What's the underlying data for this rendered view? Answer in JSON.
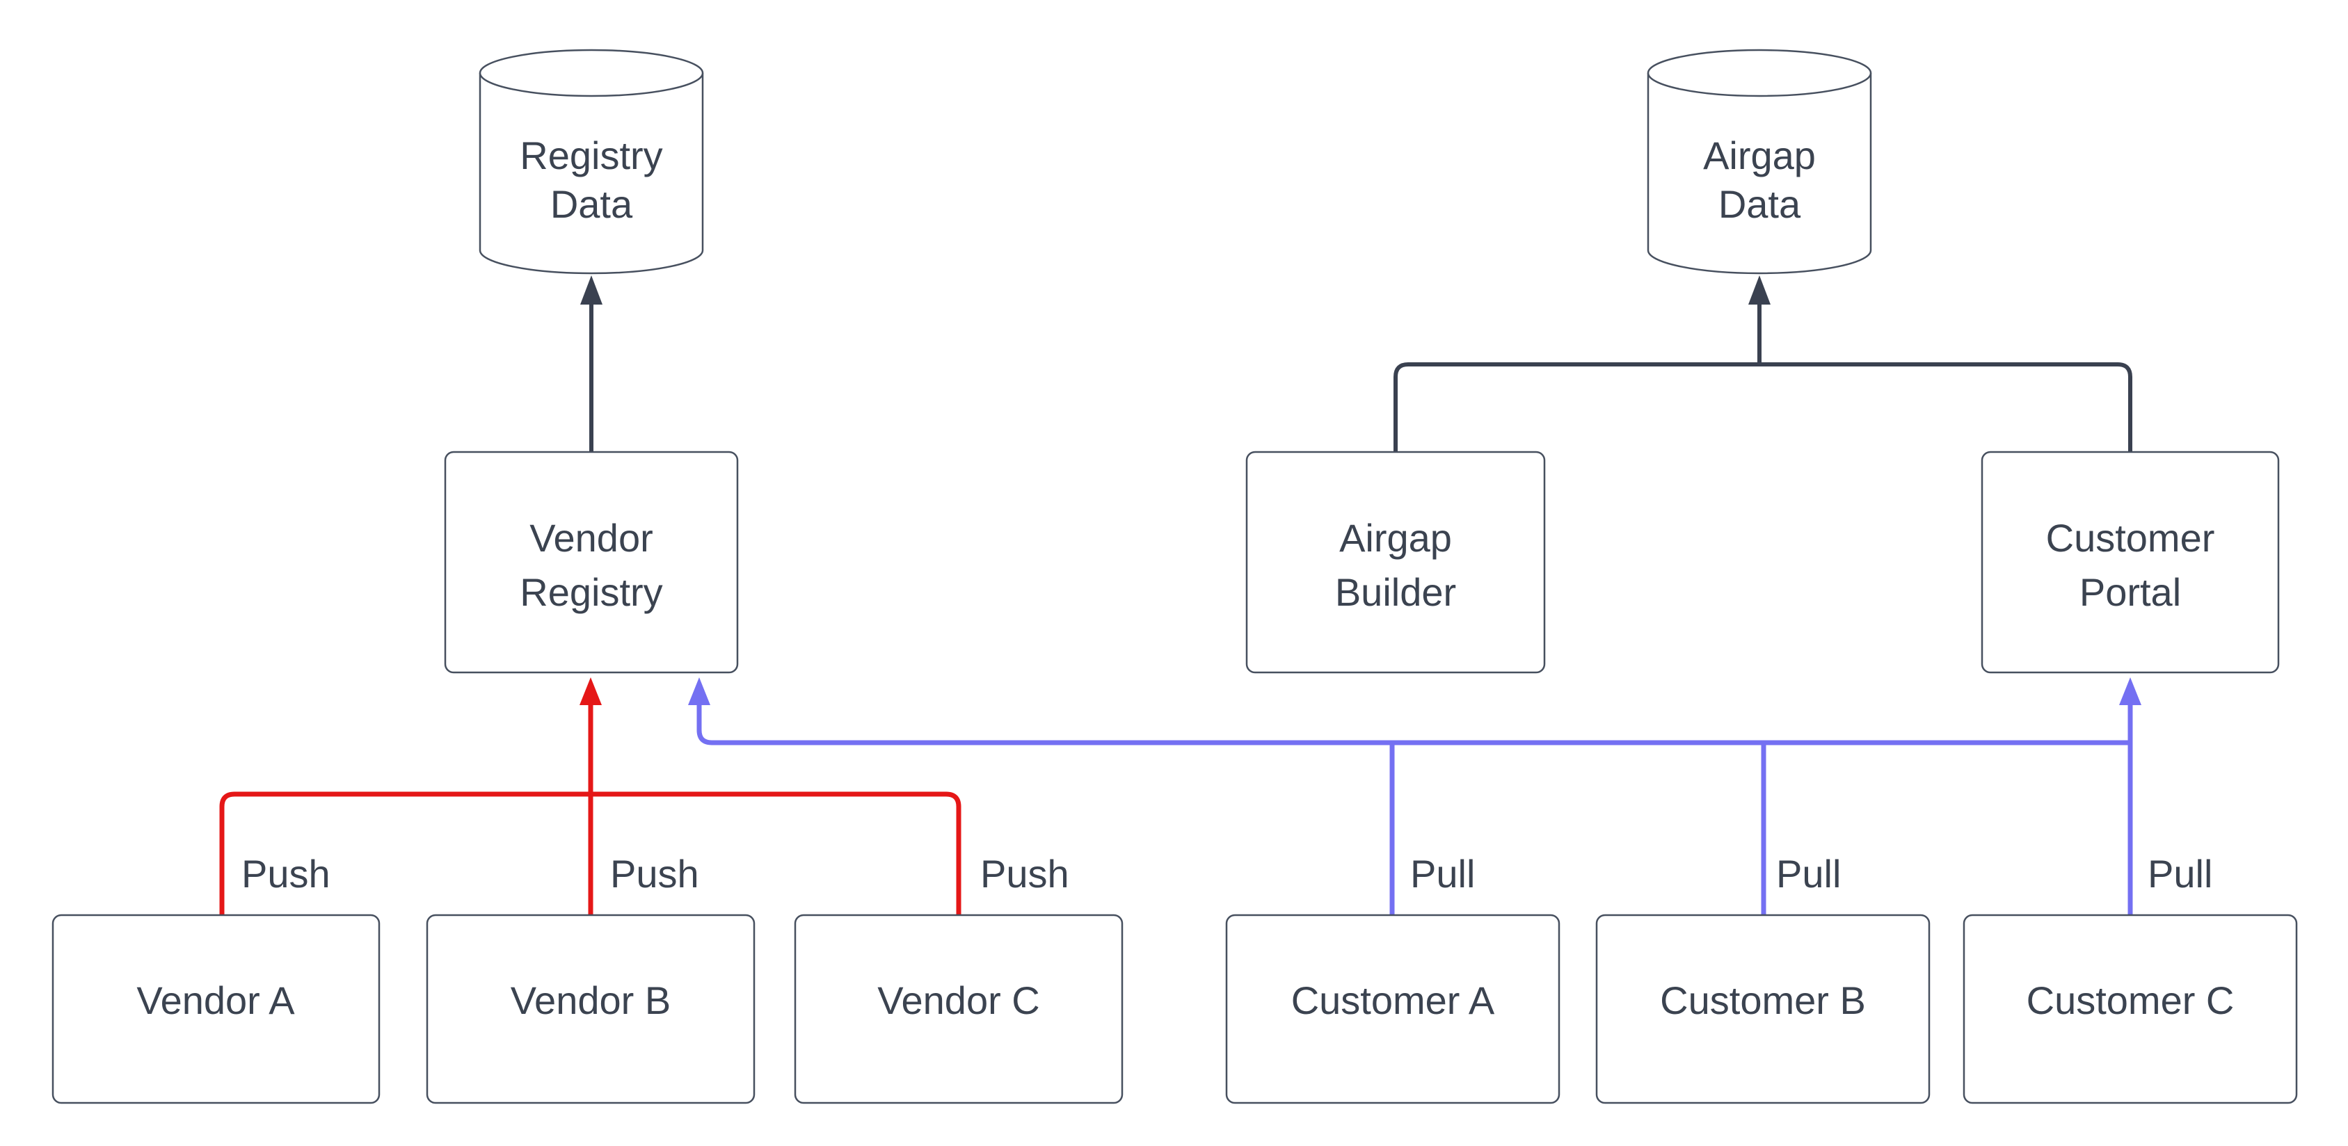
{
  "diagram": {
    "background": "#ffffff",
    "colors": {
      "node_fill": "#ffffff",
      "node_border": "#47505f",
      "text": "#3b4350",
      "edge_dark": "#3a4150",
      "edge_push": "#e51717",
      "edge_pull": "#7470f2"
    },
    "nodes": {
      "registry_data": {
        "shape": "cylinder",
        "label": "Registry Data",
        "line1": "Registry",
        "line2": "Data"
      },
      "airgap_data": {
        "shape": "cylinder",
        "label": "Airgap Data",
        "line1": "Airgap",
        "line2": "Data"
      },
      "vendor_registry": {
        "shape": "rect",
        "label": "Vendor Registry",
        "line1": "Vendor",
        "line2": "Registry"
      },
      "airgap_builder": {
        "shape": "rect",
        "label": "Airgap Builder",
        "line1": "Airgap",
        "line2": "Builder"
      },
      "customer_portal": {
        "shape": "rect",
        "label": "Customer Portal",
        "line1": "Customer",
        "line2": "Portal"
      },
      "vendor_a": {
        "shape": "rect",
        "label": "Vendor A"
      },
      "vendor_b": {
        "shape": "rect",
        "label": "Vendor B"
      },
      "vendor_c": {
        "shape": "rect",
        "label": "Vendor C"
      },
      "customer_a": {
        "shape": "rect",
        "label": "Customer A"
      },
      "customer_b": {
        "shape": "rect",
        "label": "Customer B"
      },
      "customer_c": {
        "shape": "rect",
        "label": "Customer C"
      }
    },
    "edges": {
      "vendor_registry_to_registry_data": {
        "from": "Vendor Registry",
        "to": "Registry Data",
        "label": ""
      },
      "airgap_builder_to_airgap_data": {
        "from": "Airgap Builder",
        "to": "Airgap Data",
        "label": ""
      },
      "customer_portal_to_airgap_data": {
        "from": "Customer Portal",
        "to": "Airgap Data",
        "label": ""
      },
      "vendor_a_push": {
        "from": "Vendor A",
        "to": "Vendor Registry",
        "label": "Push"
      },
      "vendor_b_push": {
        "from": "Vendor B",
        "to": "Vendor Registry",
        "label": "Push"
      },
      "vendor_c_push": {
        "from": "Vendor C",
        "to": "Vendor Registry",
        "label": "Push"
      },
      "customer_a_pull": {
        "from": "Customer A",
        "to": "Vendor Registry",
        "label": "Pull"
      },
      "customer_b_pull": {
        "from": "Customer B",
        "to": "Vendor Registry",
        "label": "Pull"
      },
      "customer_c_pull": {
        "from": "Customer C",
        "to": "Customer Portal",
        "label": "Pull"
      }
    }
  }
}
